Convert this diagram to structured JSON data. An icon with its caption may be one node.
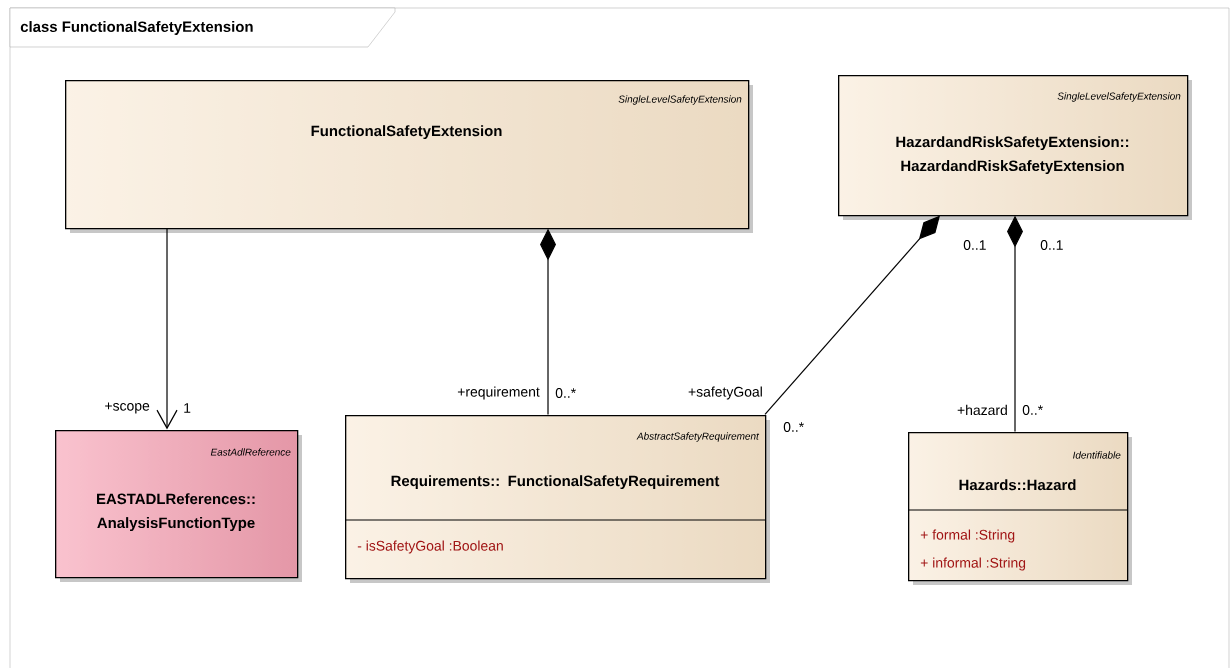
{
  "diagram": {
    "title": "class FunctionalSafetyExtension",
    "nodes": [
      {
        "text": [
          "SingleLevelSafetyExtension",
          "FunctionalSafetyExtension"
        ]
      },
      {
        "text": [
          "SingleLevelSafetyExtension",
          "HazardandRiskSafetyExtension:: HazardandRiskSafetyExtension"
        ]
      },
      {
        "text": [
          "EastAdlReference",
          "EASTADLReferences:: AnalysisFunctionType"
        ]
      },
      {
        "text": [
          "AbstractSafetyRequirement",
          "Requirements:: FunctionalSafetyRequirement",
          "- isSafetyGoal :Boolean"
        ]
      },
      {
        "text": [
          "Identifiable",
          "Hazards::Hazard",
          "+ formal :String",
          "+ informal :String"
        ]
      }
    ],
    "edges": [
      {
        "from": 0,
        "to": 2,
        "arrow": "to"
      },
      {
        "from": 0,
        "to": 3,
        "arrow": "other"
      },
      {
        "from": 1,
        "to": 3,
        "arrow": "other"
      },
      {
        "from": 1,
        "to": 4,
        "arrow": "other"
      }
    ],
    "labels": [
      "0..1",
      "0..1",
      "+requirement",
      "0..*",
      "+safetyGoal",
      "+scope",
      "1",
      "+hazard",
      "0..*",
      "0..*"
    ]
  }
}
